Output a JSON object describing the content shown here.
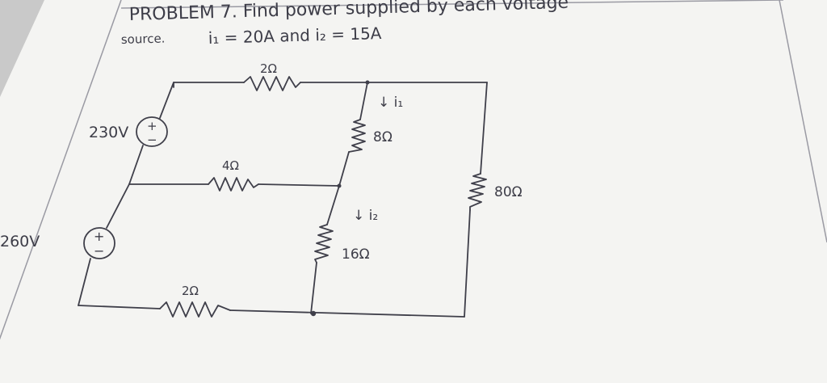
{
  "problem": {
    "line1": "PROBLEM 7. Find power supplied by each voltage",
    "line2_word": "source.",
    "line2_given": "i₁ = 20A  and  i₂ = 15A"
  },
  "circuit": {
    "source_top": {
      "label": "230V",
      "polarity_top": "+",
      "polarity_bottom": "−"
    },
    "source_bottom": {
      "label": "260V",
      "polarity_top": "+",
      "polarity_bottom": "−"
    },
    "resistors": {
      "top": "2Ω",
      "middle": "4Ω",
      "bottom": "2Ω",
      "right_upper": "8Ω",
      "right_lower": "16Ω",
      "far_right": "80Ω"
    },
    "currents": {
      "i1": "↓ i₁",
      "i2": "↓ i₂"
    }
  },
  "colors": {
    "paper": "#f4f4f2",
    "ink": "#3f3f4a",
    "background": "#8f8f8f"
  }
}
